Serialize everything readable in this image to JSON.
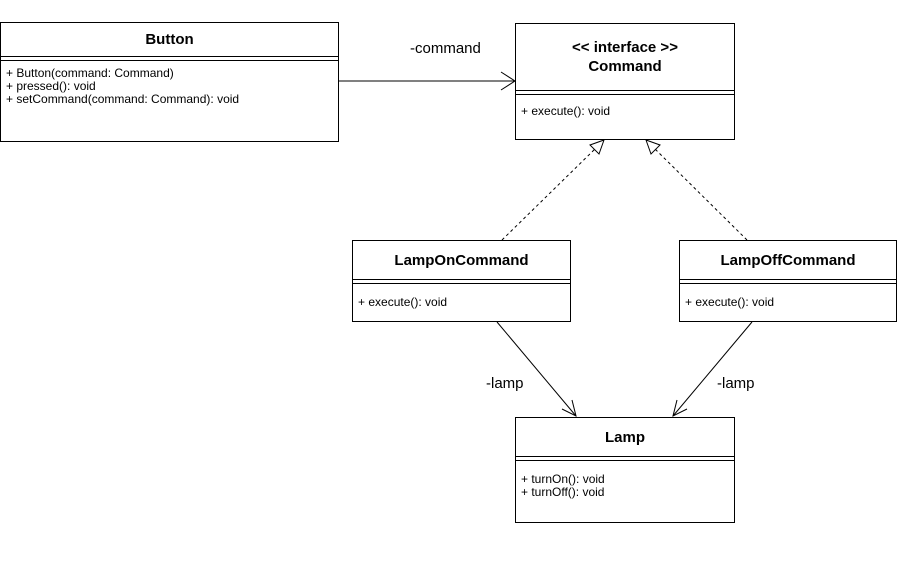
{
  "classes": {
    "button": {
      "name": "Button",
      "methods": [
        "+ Button(command: Command)",
        "+ pressed(): void",
        "+ setCommand(command: Command): void"
      ]
    },
    "command": {
      "stereotype": "<< interface >>",
      "name": "Command",
      "methods": [
        "+ execute(): void"
      ]
    },
    "lamp_on": {
      "name": "LampOnCommand",
      "methods": [
        "+ execute(): void"
      ]
    },
    "lamp_off": {
      "name": "LampOffCommand",
      "methods": [
        "+ execute(): void"
      ]
    },
    "lamp": {
      "name": "Lamp",
      "methods": [
        "+ turnOn(): void",
        "+ turnOff(): void"
      ]
    }
  },
  "edges": {
    "button_command": {
      "label": "-command",
      "type": "association"
    },
    "lampon_command": {
      "label": "",
      "type": "realization"
    },
    "lampoff_command": {
      "label": "",
      "type": "realization"
    },
    "lampon_lamp": {
      "label": "-lamp",
      "type": "association"
    },
    "lampoff_lamp": {
      "label": "-lamp",
      "type": "association"
    }
  }
}
